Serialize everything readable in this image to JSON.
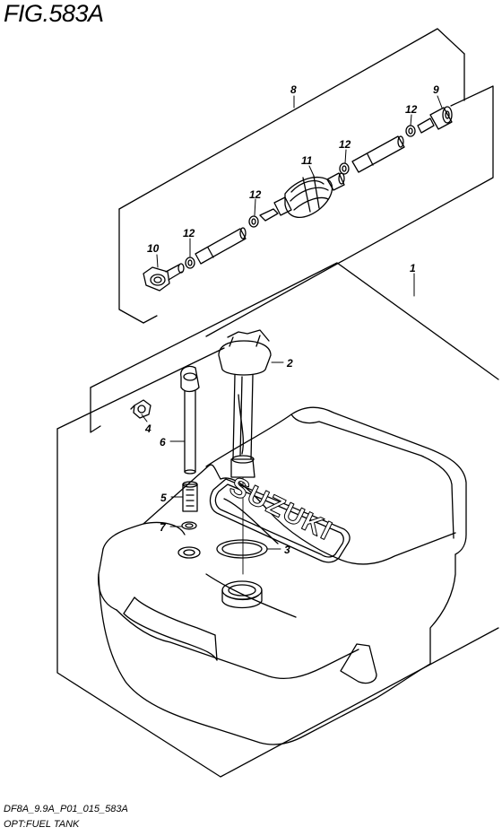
{
  "figure": {
    "title": "FIG.583A",
    "code": "DF8A_9.9A_P01_015_583A",
    "description": "OPT:FUEL TANK"
  },
  "callouts": {
    "c1": "1",
    "c2": "2",
    "c3": "3",
    "c4": "4",
    "c5": "5",
    "c6": "6",
    "c7": "7",
    "c8": "8",
    "c9": "9",
    "c10": "10",
    "c11": "11",
    "c12a": "12",
    "c12b": "12",
    "c12c": "12",
    "c12d": "12"
  },
  "tank_brand": "SUZUKI"
}
